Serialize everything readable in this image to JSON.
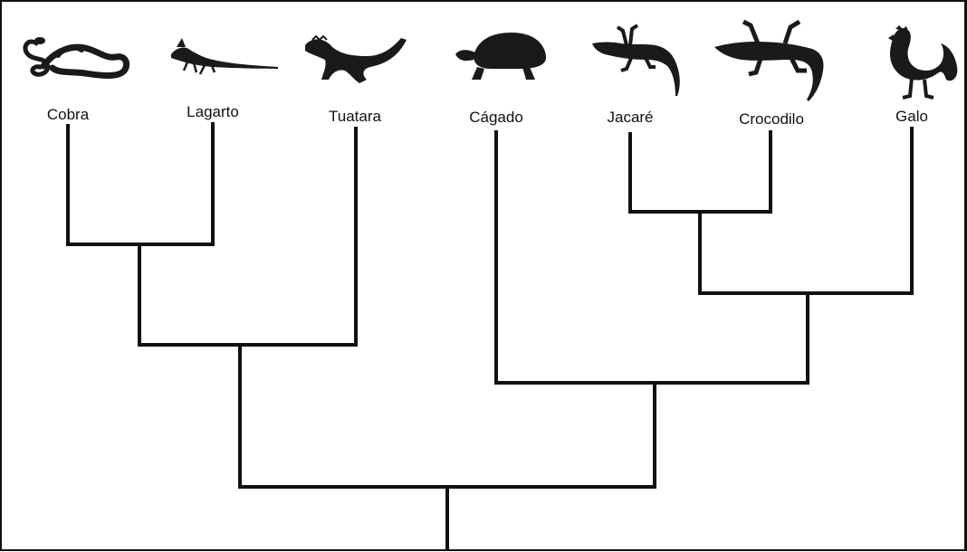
{
  "taxa": [
    {
      "id": "cobra",
      "label": "Cobra",
      "icon": "snake-icon"
    },
    {
      "id": "lagarto",
      "label": "Lagarto",
      "icon": "lizard-icon"
    },
    {
      "id": "tuatara",
      "label": "Tuatara",
      "icon": "tuatara-icon"
    },
    {
      "id": "cagado",
      "label": "Cágado",
      "icon": "turtle-icon"
    },
    {
      "id": "jacare",
      "label": "Jacaré",
      "icon": "caiman-icon"
    },
    {
      "id": "crocodilo",
      "label": "Crocodilo",
      "icon": "crocodile-icon"
    },
    {
      "id": "galo",
      "label": "Galo",
      "icon": "rooster-icon"
    }
  ],
  "line_color": "#111111",
  "silhouette_color": "#1a1a1a"
}
